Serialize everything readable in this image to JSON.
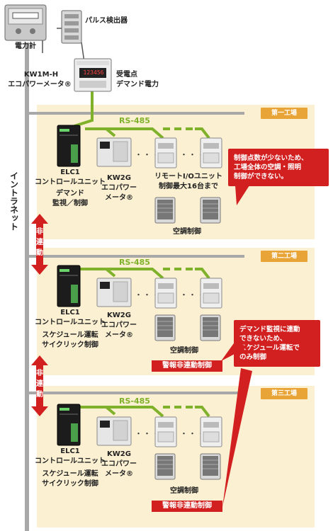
{
  "top": {
    "meter_label": "電力計",
    "pulse_label": "パルス検出器",
    "kw1m_label": "KW1M-H",
    "kw1m_sub": "エコパワーメータ®",
    "demand_point_1": "受電点",
    "demand_point_2": "デマンド電力",
    "kw1m_display": "123456"
  },
  "intranet": "イントラネット",
  "rs485": "RS-485",
  "dots": "・・・・",
  "factories": [
    {
      "tag": "第一工場",
      "elc_name": "ELC1",
      "elc_sub": "コントロールユニット",
      "elc_role_1": "デマンド",
      "elc_role_2": "監視／制御",
      "kw2g_1": "KW2G",
      "kw2g_2": "エコパワー",
      "kw2g_3": "メータ®",
      "remote_1": "リモートI/Oユニット",
      "remote_2": "制御最大16台まで",
      "ac_label": "空調制御",
      "callout": "制御点数が少ないため、\n工場全体の空調・照明\n制御ができない。"
    },
    {
      "tag": "第二工場",
      "elc_name": "ELC1",
      "elc_sub": "コントロールユニット",
      "elc_role_1": "スケジュール運転",
      "elc_role_2": "サイクリック制御",
      "kw2g_1": "KW2G",
      "kw2g_2": "エコパワー",
      "kw2g_3": "メータ®",
      "ac_label": "空調制御",
      "alarm": "警報非連動制御",
      "callout": "デマンド監視に連動\nできないため、\nスケジュール運転で\nのみ制御"
    },
    {
      "tag": "第三工場",
      "elc_name": "ELC1",
      "elc_sub": "コントロールユニット",
      "elc_role_1": "スケジュール運転",
      "elc_role_2": "サイクリック制御",
      "kw2g_1": "KW2G",
      "kw2g_2": "エコパワー",
      "kw2g_3": "メータ®",
      "ac_label": "空調制御",
      "alarm": "警報非連動制御"
    }
  ],
  "nonlink_arrow_1": [
    "非",
    "連",
    "動"
  ],
  "nonlink_arrow_2": [
    "非",
    "連",
    "動"
  ],
  "colors": {
    "panel": "#fbf0d2",
    "tag": "#e9a437",
    "rs485_green": "#7fb22a",
    "alarm_red": "#d21f1f",
    "bus_gray": "#a8a8a8"
  }
}
